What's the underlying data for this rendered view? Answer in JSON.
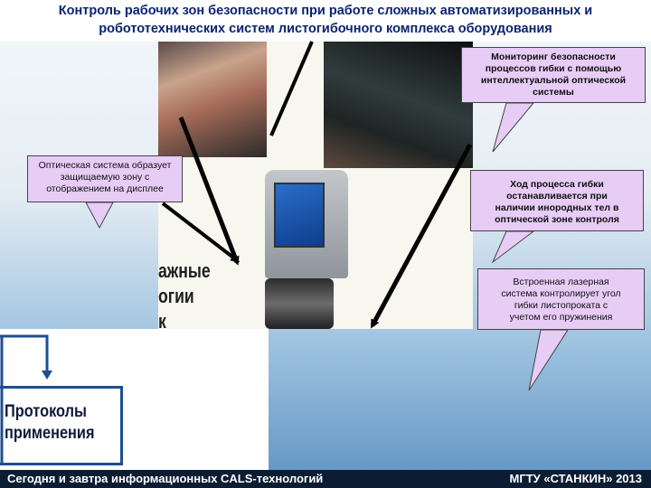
{
  "title": {
    "line1": "Контроль рабочих зон безопасности при работе сложных автоматизированных и",
    "line2": "робототехнических систем листогибочного комплекса оборудования"
  },
  "photo": {
    "text_line1": "ажные",
    "text_line2": "огии",
    "text_line3": "к"
  },
  "callouts": {
    "monitoring": [
      "Мониторинг безопасности",
      "процессов гибки с помощью",
      "интеллектуальной оптической",
      "системы"
    ],
    "optical_zone": [
      "Оптическая система образует",
      "защищаемую зону с",
      "отображением на дисплее"
    ],
    "bend_stop": [
      "Ход процесса гибки",
      "останавливается при",
      "наличии инородных тел в",
      "оптической зоне контроля"
    ],
    "laser": [
      "Встроенная лазерная",
      "система контролирует угол",
      "гибки листопроката с",
      "учетом его пружинения"
    ]
  },
  "diagram": {
    "protocols_line1": "Протоколы",
    "protocols_line2": "применения"
  },
  "footer": {
    "left": "Сегодня и завтра информационных CALS-технологий",
    "right": "МГТУ «СТАНКИН» 2013"
  },
  "colors": {
    "title_text": "#0b2470",
    "callout_fill": "#e7ccf6",
    "diagram_blue": "#1d4f92",
    "footer_bg": "#0b1c33",
    "background_bottom": "#5f93c3"
  }
}
